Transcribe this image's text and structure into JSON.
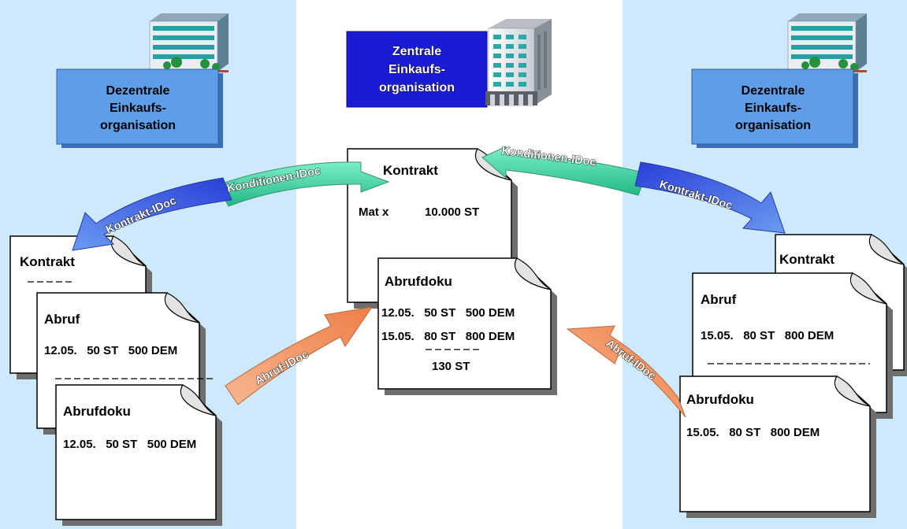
{
  "colors": {
    "side_panel_bg": "#cde9fb",
    "decentral_box": "#5e9ee9",
    "central_box": "#1a1cd4",
    "green_arrow": "#35d3a2",
    "blue_arrow": "#3d62e4",
    "orange_arrow": "#f59a6a"
  },
  "headers": {
    "left": {
      "lines": [
        "Dezentrale",
        "Einkaufs-",
        "organisation"
      ]
    },
    "center": {
      "lines": [
        "Zentrale",
        "Einkaufs-",
        "organisation"
      ]
    },
    "right": {
      "lines": [
        "Dezentrale",
        "Einkaufs-",
        "organisation"
      ]
    }
  },
  "arrows": {
    "left_kontrakt": "Kontrakt-IDoc",
    "left_konditionen": "Konditionen-IDoc",
    "right_konditionen": "Konditionen-IDoc",
    "right_kontrakt": "Kontrakt-IDoc",
    "left_abruf": "Abruf-IDoc",
    "right_abruf": "Abruf-IDoc"
  },
  "documents": {
    "left_kontrakt": {
      "title": "Kontrakt"
    },
    "left_abruf": {
      "title": "Abruf",
      "row": "12.05.   50 ST   500 DEM"
    },
    "left_abrufdoku": {
      "title": "Abrufdoku",
      "row": "12.05.   50 ST   500 DEM"
    },
    "center_kontrakt": {
      "title": "Kontrakt",
      "material": "Mat x",
      "quantity": "10.000 ST"
    },
    "center_abrufdoku": {
      "title": "Abrufdoku",
      "row1": "12.05.   50 ST   500 DEM",
      "row2": "15.05.   80 ST   800 DEM",
      "total": "130 ST"
    },
    "right_kontrakt": {
      "title": "Kontrakt"
    },
    "right_abruf": {
      "title": "Abruf",
      "row": "15.05.   80 ST   800 DEM"
    },
    "right_abrufdoku": {
      "title": "Abrufdoku",
      "row": "15.05.   80 ST   800 DEM"
    }
  }
}
